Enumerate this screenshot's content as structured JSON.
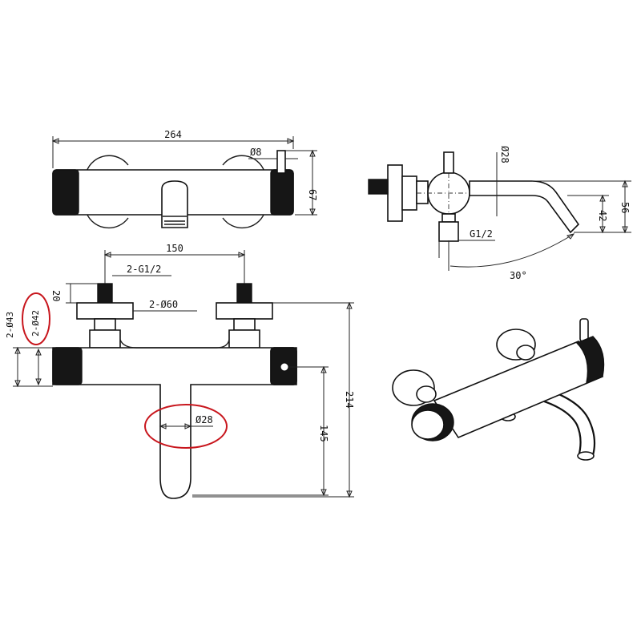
{
  "colors": {
    "line": "#111111",
    "highlight": "#c8161d",
    "background": "#ffffff"
  },
  "top_view": {
    "overall_width": "264",
    "pin_diameter": "Ø8",
    "height": "67"
  },
  "side_view": {
    "body_diameter": "Ø28",
    "height_42": "42",
    "height_56": "56",
    "inlet_thread": "G1/2",
    "spout_angle": "30°"
  },
  "front_view": {
    "inlet_spacing": "150",
    "inlet_thread": "2-G1/2",
    "thread_length": "20",
    "flange_diameter": "2-Ø60",
    "body_diameter_43": "2-Ø43",
    "knob_diameter_42": "2-Ø42",
    "spout_diameter": "Ø28",
    "spout_depth": "145",
    "overall_depth": "214"
  },
  "iso_view": {}
}
